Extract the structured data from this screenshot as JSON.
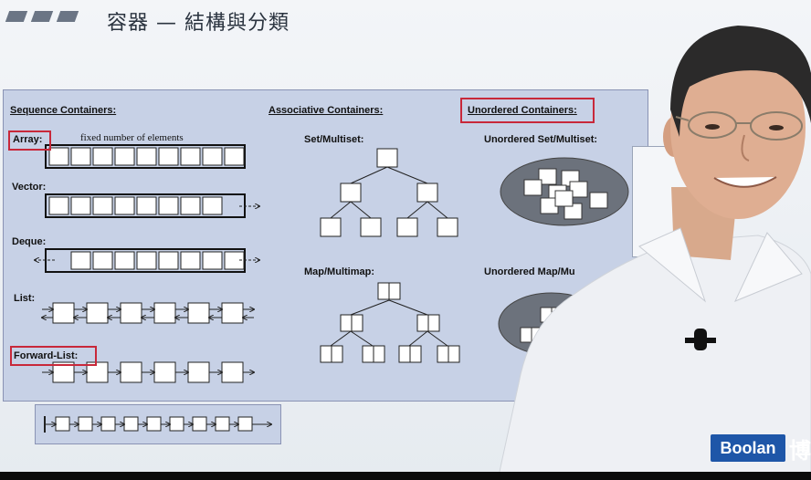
{
  "slide_title": "容器 — 結構與分類",
  "headers": {
    "sequence": "Sequence Containers:",
    "associative": "Associative Containers:",
    "unordered": "Unordered Containers:"
  },
  "labels": {
    "array": "Array:",
    "fixed_note": "fixed number of elements",
    "vector": "Vector:",
    "deque": "Deque:",
    "list": "List:",
    "forward_list": "Forward-List:",
    "set": "Set/Multiset:",
    "map": "Map/Multimap:",
    "unordered_set": "Unordered Set/Multiset:",
    "unordered_map": "Unordered Map/Mu"
  },
  "logo": {
    "text": "Boolan",
    "cjk": "博"
  },
  "colors": {
    "slide_bg": "#c7d1e6",
    "highlight": "#c8283a",
    "logo_bg": "#1e56a8"
  }
}
